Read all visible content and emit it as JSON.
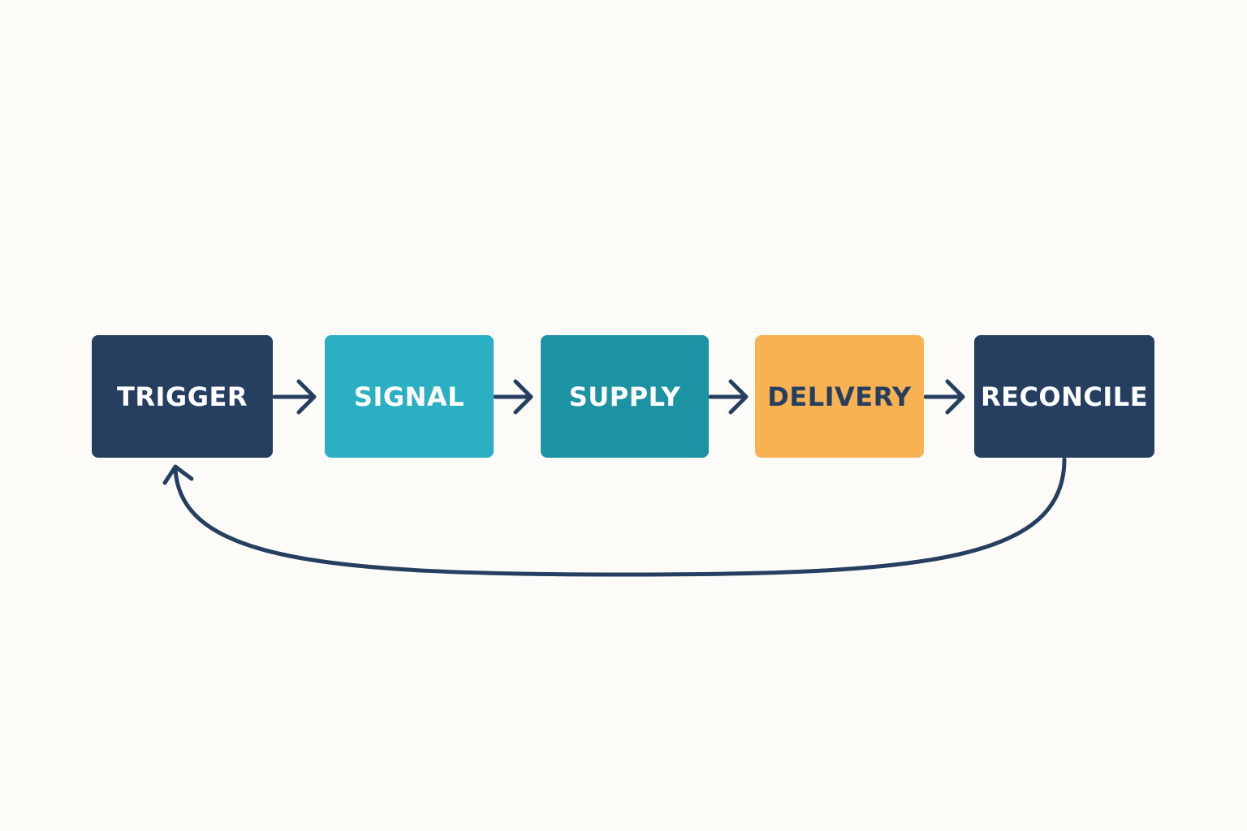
{
  "diagram": {
    "nodes": [
      {
        "id": "trigger",
        "label": "TRIGGER",
        "fill": "#263f60",
        "text_color": "#ffffff"
      },
      {
        "id": "signal",
        "label": "SIGNAL",
        "fill": "#2aafc3",
        "text_color": "#ffffff"
      },
      {
        "id": "supply",
        "label": "SUPPLY",
        "fill": "#1c93a2",
        "text_color": "#ffffff"
      },
      {
        "id": "delivery",
        "label": "DELIVERY",
        "fill": "#f8b252",
        "text_color": "#263f60"
      },
      {
        "id": "reconcile",
        "label": "RECONCILE",
        "fill": "#263f60",
        "text_color": "#ffffff"
      }
    ],
    "edges": [
      {
        "from": "trigger",
        "to": "signal"
      },
      {
        "from": "signal",
        "to": "supply"
      },
      {
        "from": "supply",
        "to": "delivery"
      },
      {
        "from": "delivery",
        "to": "reconcile"
      },
      {
        "from": "reconcile",
        "to": "trigger",
        "style": "loop-back"
      }
    ],
    "arrow_color": "#263f60",
    "background": "#fcfbf8"
  }
}
